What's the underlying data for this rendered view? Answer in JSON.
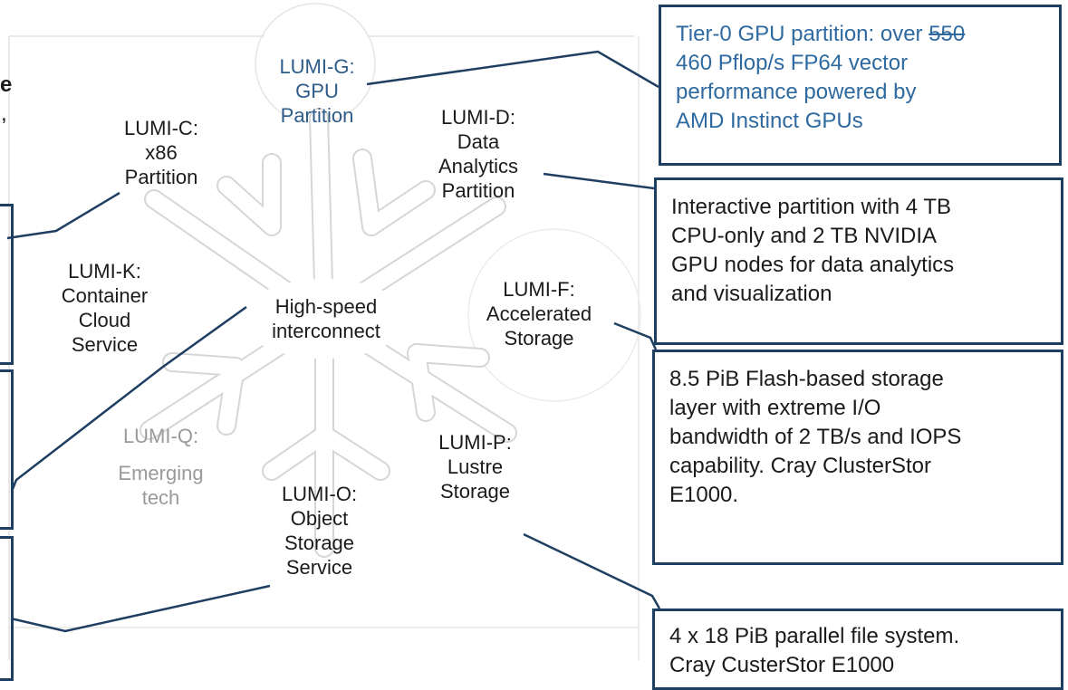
{
  "hub": [
    "High-speed",
    "interconnect"
  ],
  "nodes": {
    "g": [
      "LUMI-G:",
      "GPU",
      "Partition"
    ],
    "c": [
      "LUMI-C:",
      "x86",
      "Partition"
    ],
    "d": [
      "LUMI-D:",
      "Data",
      "Analytics",
      "Partition"
    ],
    "k": [
      "LUMI-K:",
      "Container",
      "Cloud",
      "Service"
    ],
    "f": [
      "LUMI-F:",
      "Accelerated",
      "Storage"
    ],
    "q": [
      "LUMI-Q:",
      "Emerging",
      "tech"
    ],
    "p": [
      "LUMI-P:",
      "Lustre",
      "Storage"
    ],
    "o": [
      "LUMI-O:",
      "Object",
      "Storage",
      "Service"
    ]
  },
  "boxes": {
    "gpu": {
      "line1_pre": "Tier-0 GPU partition: over ",
      "line1_struck": "550",
      "lines": [
        "460 Pflop/s FP64 vector",
        "performance powered by",
        "AMD Instinct GPUs"
      ]
    },
    "data": [
      "Interactive partition with 4 TB",
      "CPU-only and 2 TB NVIDIA",
      "GPU nodes for data analytics",
      "and visualization"
    ],
    "flash": [
      "8.5 PiB Flash-based storage",
      "layer  with extreme I/O",
      "bandwidth of 2 TB/s and IOPS",
      "capability. Cray ClusterStor",
      "E1000."
    ],
    "lustre": [
      "4 x 18 PiB parallel file system.",
      "Cray CusterStor E1000"
    ]
  },
  "edge_fragments": [
    "e",
    ","
  ],
  "colors": {
    "line": "#1f3f62",
    "gpu_text": "#2e6aa0",
    "gpu_label": "#2e5c8a",
    "emerging": "#9a9a9a",
    "flake_outline": "#d6d6d6"
  }
}
